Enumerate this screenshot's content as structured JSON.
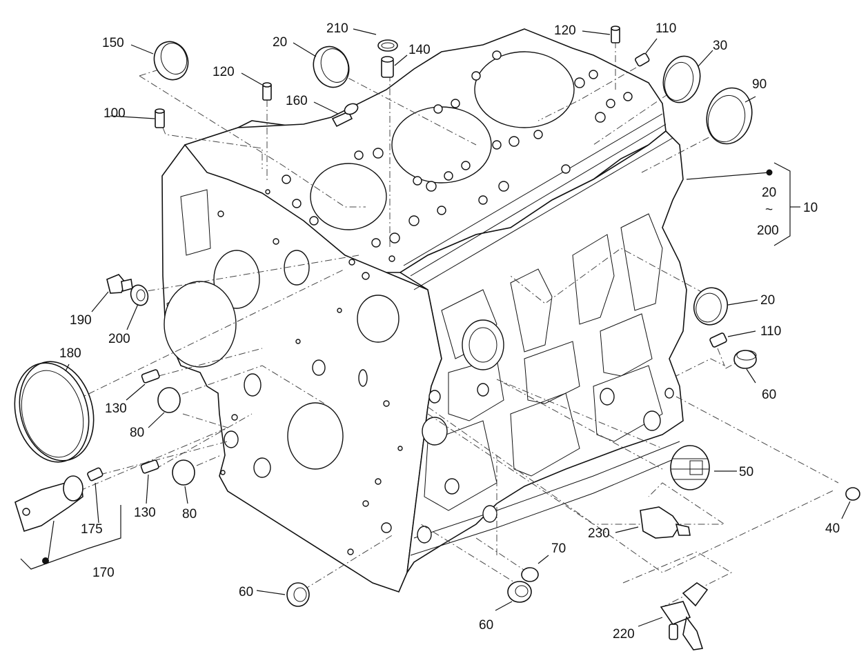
{
  "diagram": {
    "callouts": [
      {
        "id": "c150",
        "text": "150"
      },
      {
        "id": "c20a",
        "text": "20"
      },
      {
        "id": "c210",
        "text": "210"
      },
      {
        "id": "c140",
        "text": "140"
      },
      {
        "id": "c120a",
        "text": "120"
      },
      {
        "id": "c110a",
        "text": "110"
      },
      {
        "id": "c30",
        "text": "30"
      },
      {
        "id": "c90",
        "text": "90"
      },
      {
        "id": "c120b",
        "text": "120"
      },
      {
        "id": "c160",
        "text": "160"
      },
      {
        "id": "c100",
        "text": "100"
      },
      {
        "id": "c10",
        "text": "10"
      },
      {
        "id": "c20range",
        "text": "20"
      },
      {
        "id": "ctilde",
        "text": "~"
      },
      {
        "id": "c200range",
        "text": "200"
      },
      {
        "id": "c190",
        "text": "190"
      },
      {
        "id": "c200",
        "text": "200"
      },
      {
        "id": "c20b",
        "text": "20"
      },
      {
        "id": "c110b",
        "text": "110"
      },
      {
        "id": "c180",
        "text": "180"
      },
      {
        "id": "c60a",
        "text": "60"
      },
      {
        "id": "c130a",
        "text": "130"
      },
      {
        "id": "c80a",
        "text": "80"
      },
      {
        "id": "c50",
        "text": "50"
      },
      {
        "id": "c130b",
        "text": "130"
      },
      {
        "id": "c80b",
        "text": "80"
      },
      {
        "id": "c175",
        "text": "175"
      },
      {
        "id": "c40",
        "text": "40"
      },
      {
        "id": "c230",
        "text": "230"
      },
      {
        "id": "c170",
        "text": "170"
      },
      {
        "id": "c70",
        "text": "70"
      },
      {
        "id": "c60b",
        "text": "60"
      },
      {
        "id": "c60c",
        "text": "60"
      },
      {
        "id": "c220",
        "text": "220"
      }
    ]
  }
}
